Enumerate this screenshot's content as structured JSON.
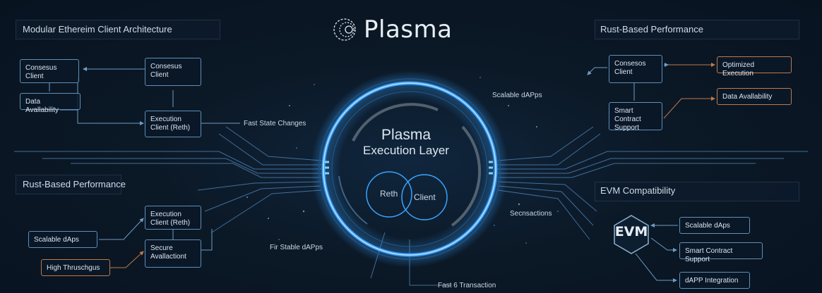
{
  "logo": {
    "text": "Plasma"
  },
  "core": {
    "title_line1": "Plasma",
    "title_line2": "Execution Layer",
    "venn_left": "Reth",
    "venn_right": "Client"
  },
  "ring_labels": {
    "fast_state": "Fast State Changes",
    "scalable_top": "Scalable dAPps",
    "secnsactions": "Secnsactions",
    "fir_stable": "Fir Stable dAPps",
    "fast_bottom": "Fast 6 Transaction"
  },
  "panel_tl": {
    "title": "Modular Ethereim Client Architecture",
    "consensus_left": "Consesus Client",
    "consensus_right": "Consesus Client",
    "data_availability": "Data Avallability",
    "execution_client": "Execution Client (Reth)"
  },
  "panel_bl": {
    "title": "Rust-Based Performance",
    "execution_client": "Execution Client (Reth)",
    "secure": "Secure Avallactiont",
    "scalable": "Scalable dAps",
    "high_throughput": "High Thruschgus"
  },
  "panel_tr": {
    "title": "Rust-Based Performance",
    "consensus": "Consesos Client",
    "smart_contract": "Smart Contract Support",
    "optimized": "Optimized Execution",
    "data_availability": "Data Avallability"
  },
  "panel_br": {
    "title": "EVM Compatibility",
    "evm": "EVM",
    "scalable": "Scalable dAps",
    "smart_contract": "Smart Contract Support",
    "dapp": "dAPP Integration"
  },
  "colors": {
    "accent_blue": "#3aa3ff",
    "orange_border": "#c07a45",
    "box_border": "#5f8fb8"
  }
}
